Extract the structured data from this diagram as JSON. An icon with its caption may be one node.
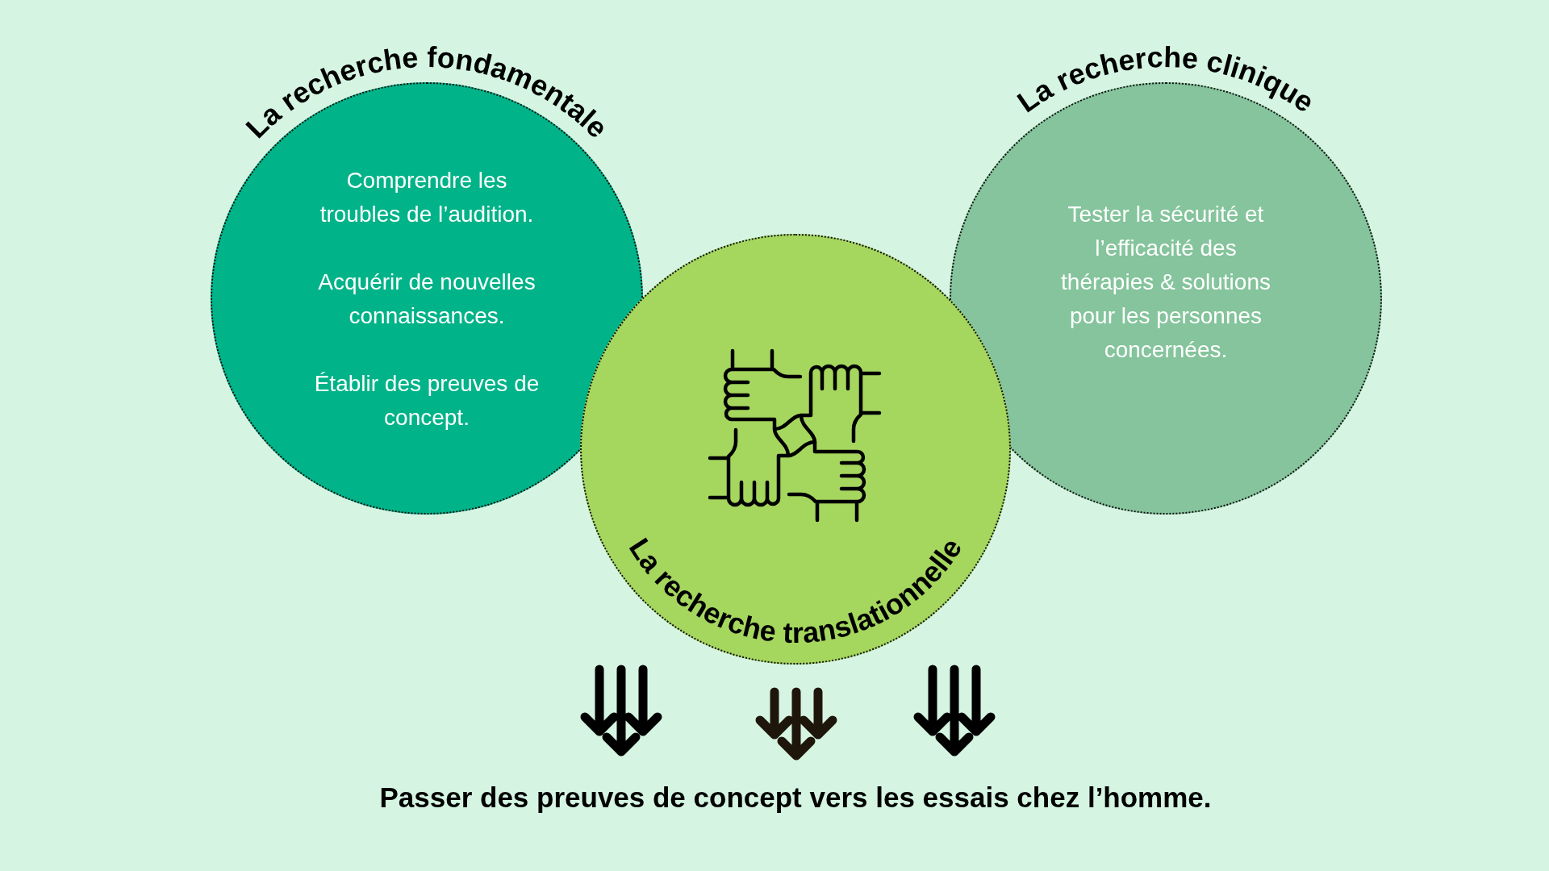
{
  "diagram": {
    "nodes": [
      {
        "text": [
          "La recherche fondamentale",
          "Comprendre les troubles de l’audition.",
          "Acquérir de nouvelles connaissances.",
          "Établir des preuves de concept."
        ]
      },
      {
        "text": [
          "La recherche translationnelle"
        ]
      },
      {
        "text": [
          "La recherche clinique",
          "Tester la sécurité et l’efficacité des thérapies & solutions pour les personnes concernées."
        ]
      },
      {
        "text": [
          "Passer des preuves de concept vers les essais chez l’homme."
        ]
      }
    ],
    "edges": [
      {
        "from": 1,
        "to": 3,
        "arrow": "to"
      },
      {
        "from": 1,
        "to": 3,
        "arrow": "to",
        "color": "#1f160b"
      },
      {
        "from": 1,
        "to": 3,
        "arrow": "to"
      }
    ]
  }
}
